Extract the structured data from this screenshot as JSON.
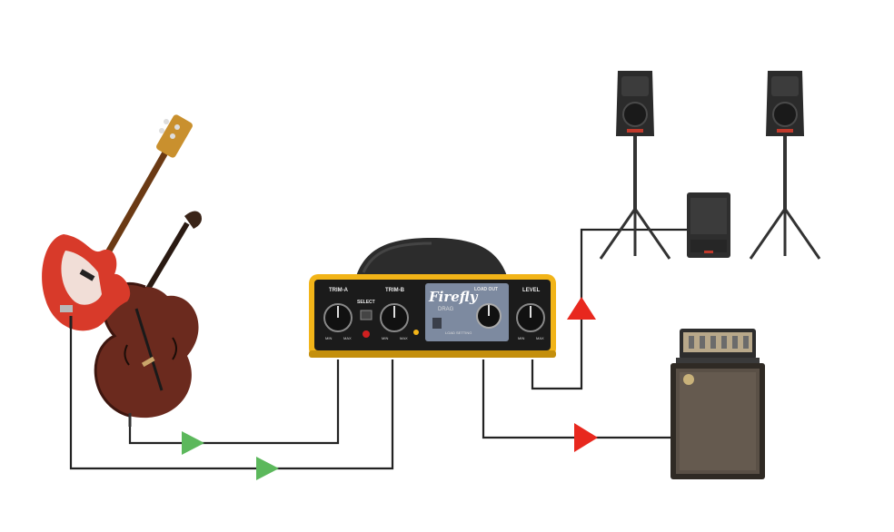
{
  "device": {
    "brand": "Firefly",
    "model": "DRAG",
    "knob_labels": {
      "trim_a": "TRIM-A",
      "select": "SELECT",
      "trim_b": "TRIM-B",
      "load_out": "LOAD OUT",
      "level": "LEVEL"
    },
    "load_setting": "LOAD SETTING",
    "range_min": "MIN",
    "range_max": "MAX"
  },
  "colors": {
    "input_arrow": "#5cb85c",
    "output_arrow": "#e8281e",
    "cable": "#222222",
    "chassis_yellow": "#f2b418",
    "faceplate": "#1b1b1b"
  },
  "icons": [
    "electric-bass-guitar",
    "upright-double-bass",
    "preamp-di-box",
    "pa-speaker-left",
    "pa-speaker-right",
    "subwoofer",
    "bass-amplifier-rig"
  ]
}
